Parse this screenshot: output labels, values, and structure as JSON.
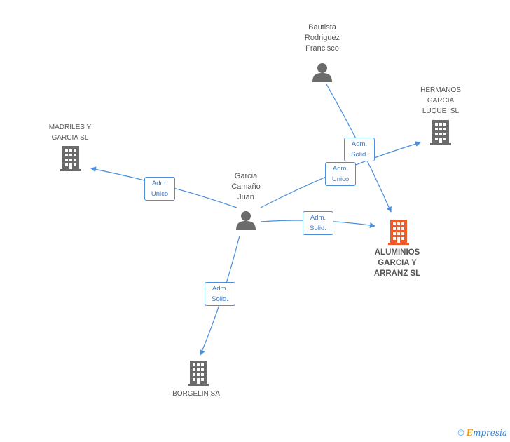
{
  "colors": {
    "edge": "#4a8fdc",
    "person_icon": "#6b6b6b",
    "company_icon": "#6b6b6b",
    "main_company_icon": "#f05a28"
  },
  "nodes": {
    "garcia": {
      "label_lines": [
        "Garcia",
        "Camaño",
        "Juan"
      ],
      "icon": "person-icon"
    },
    "bautista": {
      "label_lines": [
        "Bautista",
        "Rodriguez",
        "Francisco"
      ],
      "icon": "person-icon"
    },
    "hermanos": {
      "label_lines": [
        "HERMANOS",
        "GARCIA",
        "LUQUE  SL"
      ],
      "icon": "building-icon"
    },
    "madriles": {
      "label_lines": [
        "MADRILES Y",
        "GARCIA SL"
      ],
      "icon": "building-icon"
    },
    "aluminios": {
      "label_lines": [
        "ALUMINIOS",
        "GARCIA Y",
        "ARRANZ SL"
      ],
      "icon": "building-icon"
    },
    "borgelin": {
      "label_lines": [
        "BORGELIN SA"
      ],
      "icon": "building-icon"
    }
  },
  "edges": {
    "garcia_madriles": [
      "Adm.",
      "Unico"
    ],
    "bautista_aluminios": [
      "Adm.",
      "Solid."
    ],
    "garcia_hermanos": [
      "Adm.",
      "Unico"
    ],
    "garcia_aluminios": [
      "Adm.",
      "Solid."
    ],
    "garcia_borgelin": [
      "Adm.",
      "Solid."
    ]
  },
  "footer": {
    "copyright": "©",
    "brand_first": "E",
    "brand_rest": "mpresia"
  }
}
